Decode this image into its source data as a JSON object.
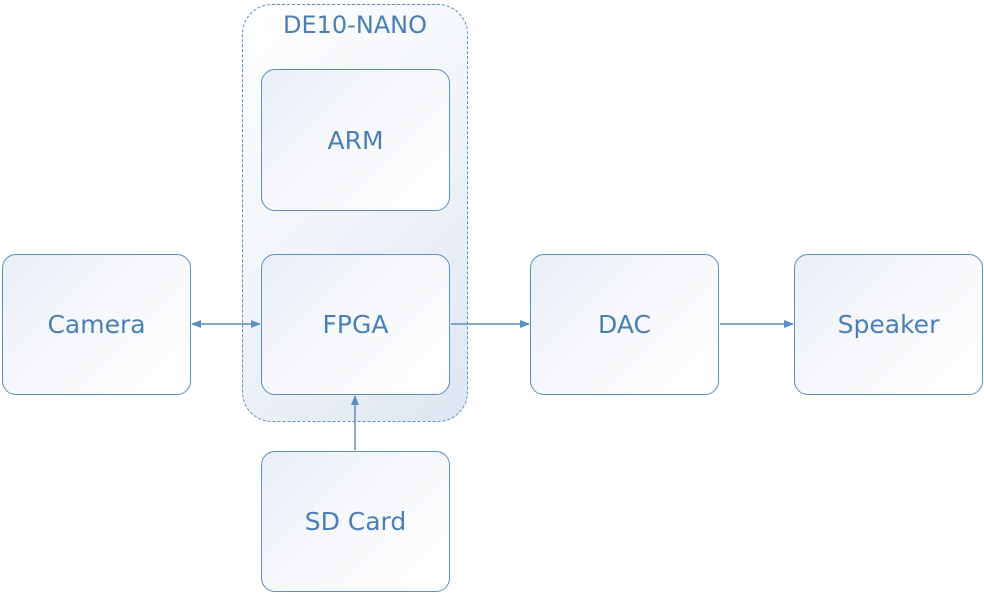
{
  "diagram": {
    "group": {
      "title": "DE10-NANO"
    },
    "nodes": {
      "arm": "ARM",
      "fpga": "FPGA",
      "camera": "Camera",
      "dac": "DAC",
      "speaker": "Speaker",
      "sdcard": "SD Card"
    },
    "connections": [
      {
        "from": "Camera",
        "to": "FPGA",
        "direction": "bidirectional"
      },
      {
        "from": "FPGA",
        "to": "DAC",
        "direction": "forward"
      },
      {
        "from": "DAC",
        "to": "Speaker",
        "direction": "forward"
      },
      {
        "from": "SD Card",
        "to": "FPGA",
        "direction": "forward"
      }
    ],
    "colors": {
      "stroke": "#5b8fc0",
      "text": "#4a7fb5"
    }
  }
}
